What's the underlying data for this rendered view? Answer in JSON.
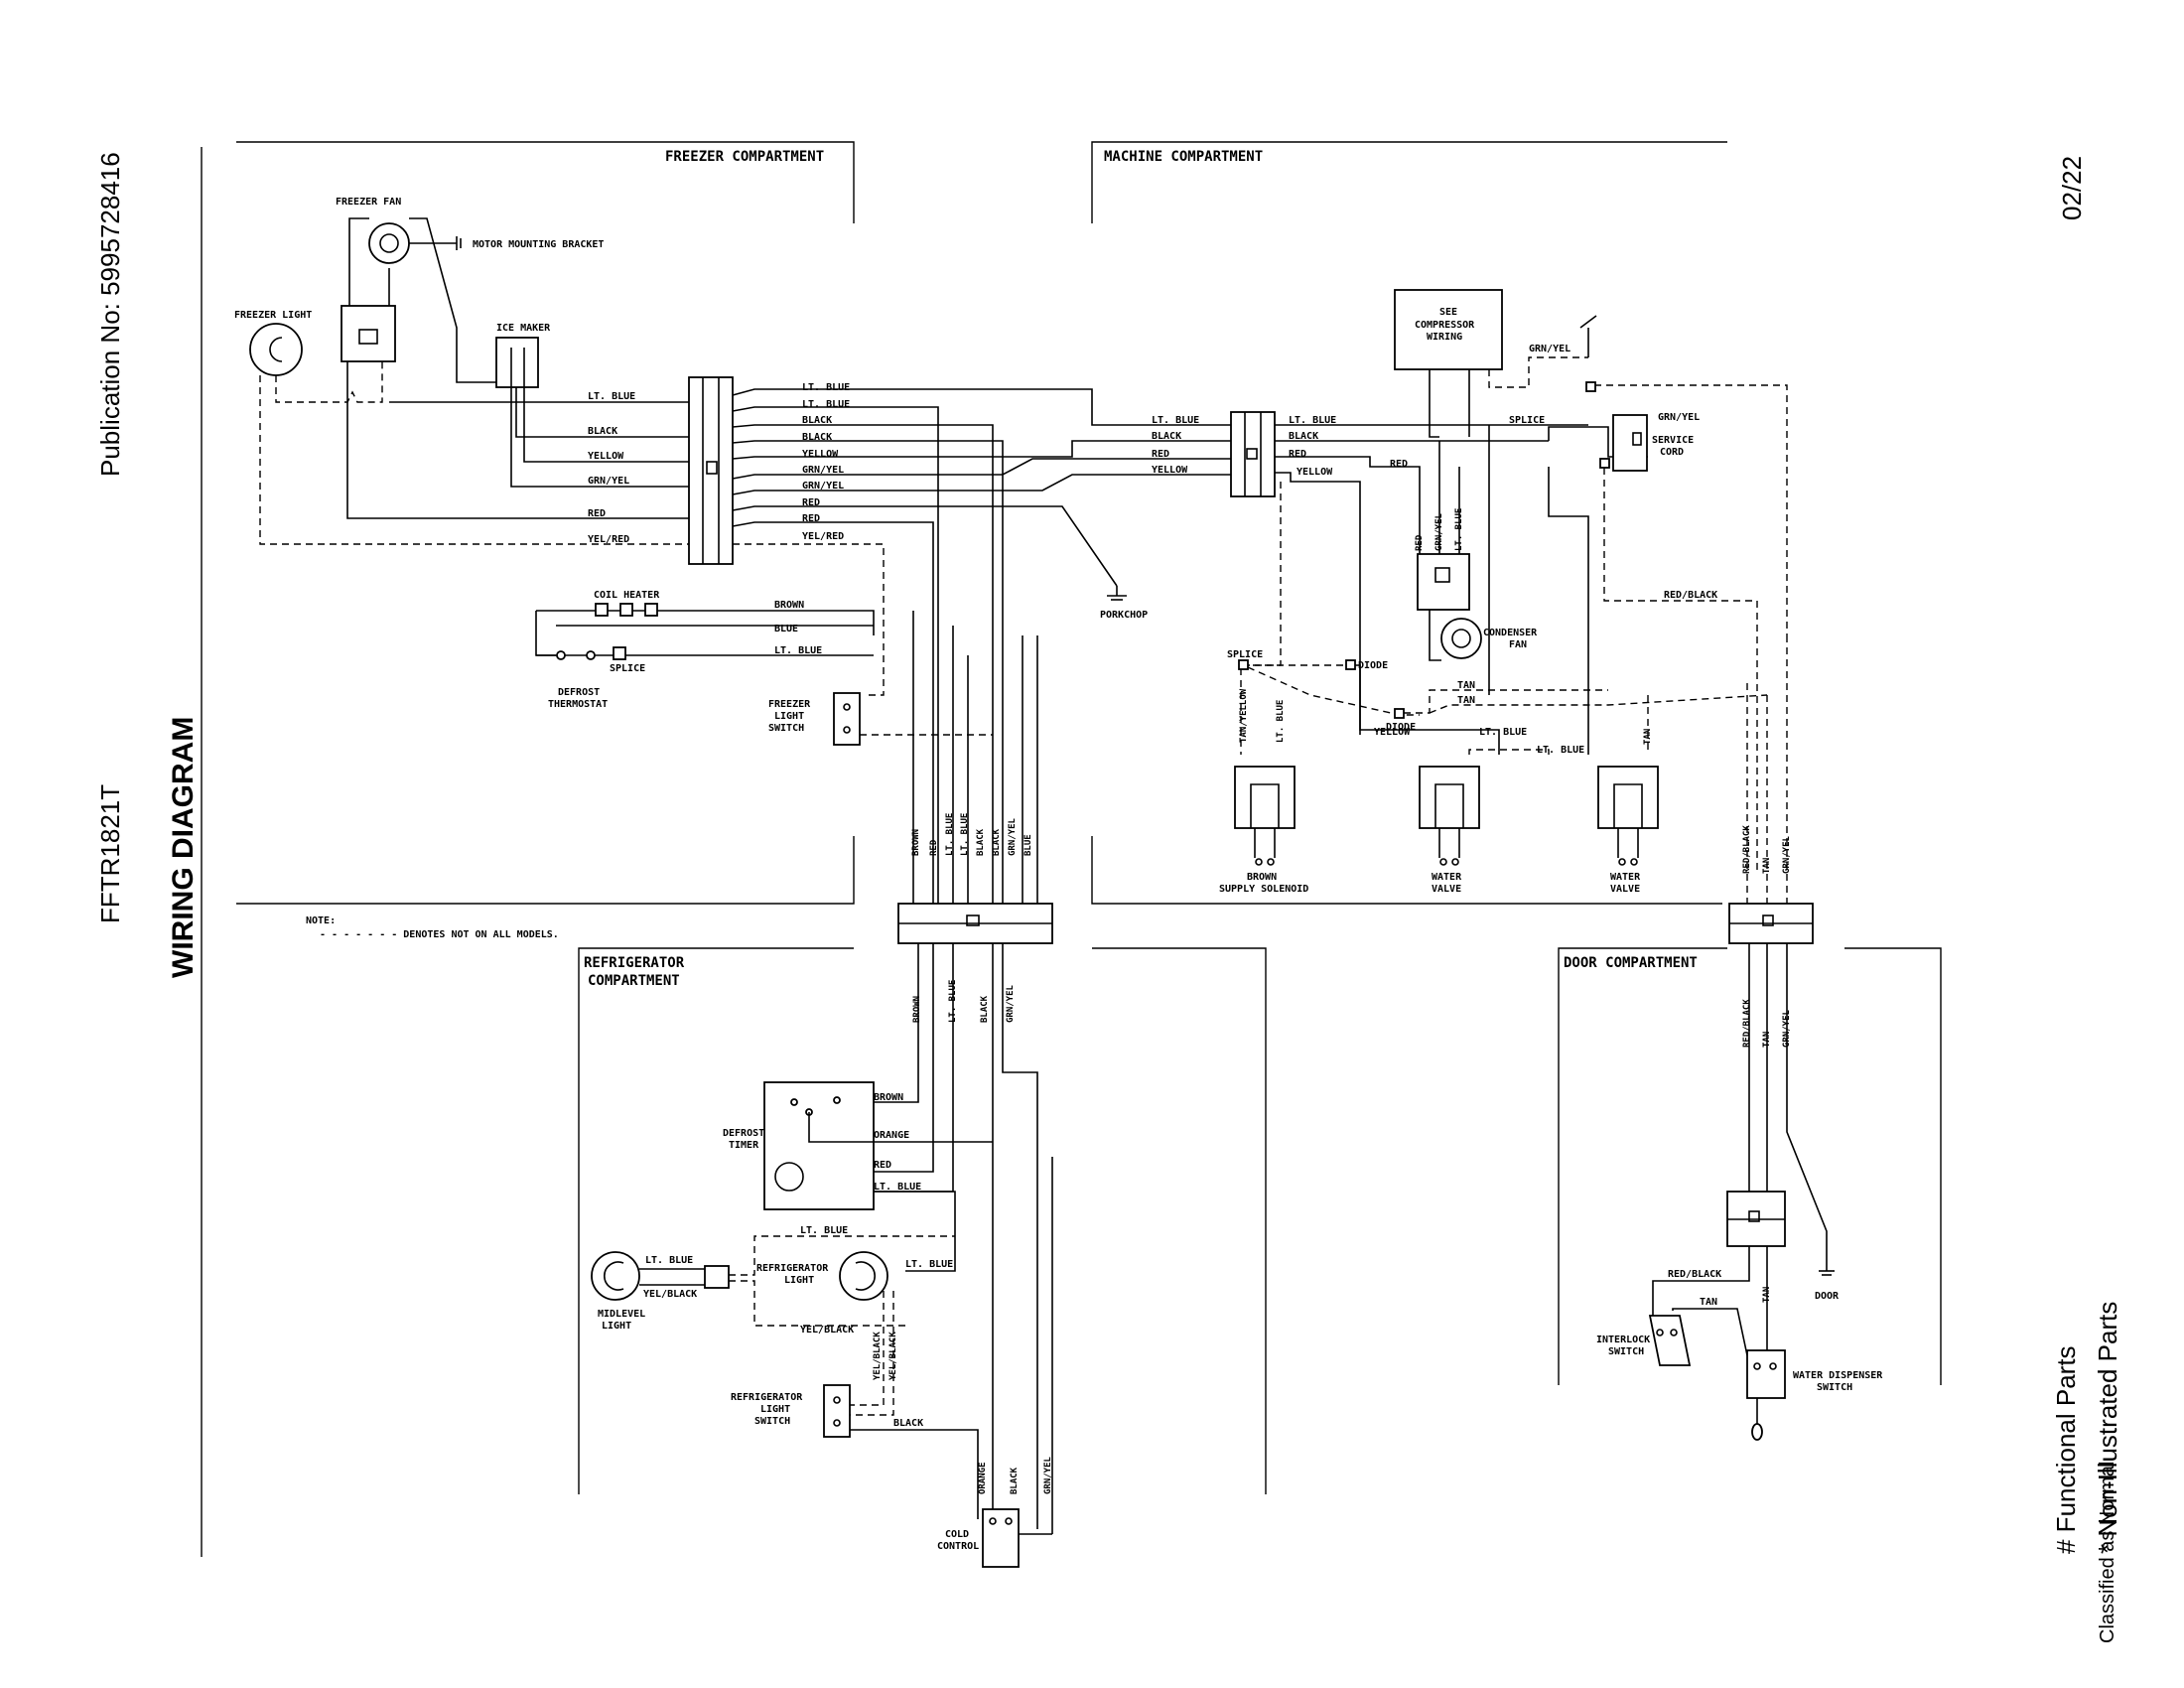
{
  "margin": {
    "publication": "Publication No:  5995728416",
    "model": "FFTR1821T",
    "title": "WIRING DIAGRAM",
    "date": "02/22",
    "legend_functional": "# Functional Parts",
    "legend_non_illustrated": "* Non-Illustrated Parts",
    "legend_classified": "Classified as Normal"
  },
  "sections": {
    "freezer": "FREEZER COMPARTMENT",
    "machine": "MACHINE COMPARTMENT",
    "refrigerator_1": "REFRIGERATOR",
    "refrigerator_2": "COMPARTMENT",
    "door": "DOOR COMPARTMENT"
  },
  "note": {
    "label": "NOTE:",
    "text": "- - - - - - - DENOTES NOT ON ALL MODELS."
  },
  "components": {
    "freezer_fan": "FREEZER FAN",
    "motor_bracket": "MOTOR MOUNTING BRACKET",
    "freezer_light": "FREEZER LIGHT",
    "ice_maker": "ICE MAKER",
    "coil_heater": "COIL HEATER",
    "splice": "SPLICE",
    "defrost_thermostat_1": "DEFROST",
    "defrost_thermostat_2": "THERMOSTAT",
    "freezer_light_switch_1": "FREEZER",
    "freezer_light_switch_2": "LIGHT",
    "freezer_light_switch_3": "SWITCH",
    "porkchop": "PORKCHOP",
    "compressor_1": "SEE",
    "compressor_2": "COMPRESSOR",
    "compressor_3": "WIRING",
    "service_cord_1": "SERVICE",
    "service_cord_2": "CORD",
    "condenser_fan_1": "CONDENSER",
    "condenser_fan_2": "FAN",
    "diode": "DIODE",
    "brown_solenoid_1": "BROWN",
    "brown_solenoid_2": "SUPPLY SOLENOID",
    "water_valve_1": "WATER",
    "water_valve_2": "VALVE",
    "defrost_timer_1": "DEFROST",
    "defrost_timer_2": "TIMER",
    "midlevel_light_1": "MIDLEVEL",
    "midlevel_light_2": "LIGHT",
    "refrigerator_light_1": "REFRIGERATOR",
    "refrigerator_light_2": "LIGHT",
    "refrigerator_light_switch_1": "REFRIGERATOR",
    "refrigerator_light_switch_2": "LIGHT",
    "refrigerator_light_switch_3": "SWITCH",
    "cold_control_1": "COLD",
    "cold_control_2": "CONTROL",
    "interlock_switch_1": "INTERLOCK",
    "interlock_switch_2": "SWITCH",
    "water_dispenser_switch_1": "WATER DISPENSER",
    "water_dispenser_switch_2": "SWITCH",
    "door": "DOOR"
  },
  "wires": {
    "lt_blue": "LT. BLUE",
    "black": "BLACK",
    "yellow": "YELLOW",
    "grn_yel": "GRN/YEL",
    "red": "RED",
    "yel_red": "YEL/RED",
    "brown": "BROWN",
    "blue": "BLUE",
    "orange": "ORANGE",
    "yel_black": "YEL/BLACK",
    "red_black": "RED/BLACK",
    "tan": "TAN",
    "tan_yellow": "TAN/YELLOW"
  }
}
